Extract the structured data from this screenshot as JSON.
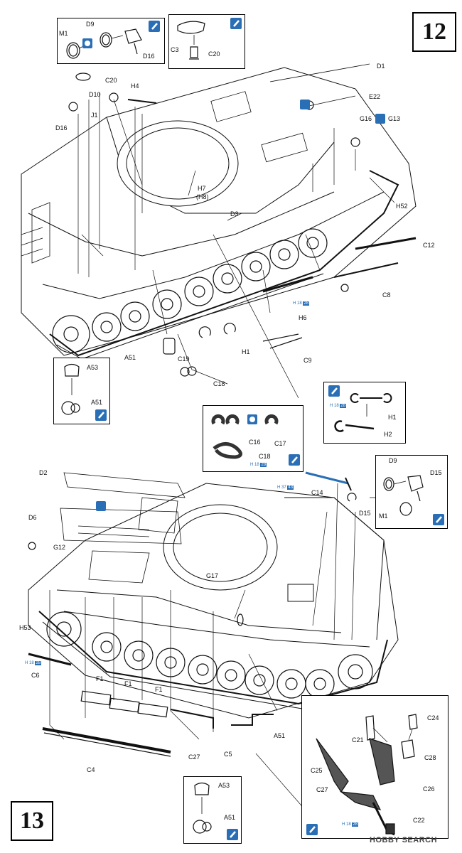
{
  "steps": {
    "top": "12",
    "bottom": "13"
  },
  "watermark": "HOBBY SEARCH",
  "colors": {
    "accent": "#2a6fb5",
    "line": "#111111",
    "panel": "#ffffff"
  },
  "step12": {
    "labels": {
      "M1": "M1",
      "D9": "D9",
      "D16a": "D16",
      "C3": "C3",
      "C20a": "C20",
      "C20b": "C20",
      "D16b": "D16",
      "D10": "D10",
      "H4": "H4",
      "J1": "J1",
      "D1": "D1",
      "E22": "E22",
      "G16": "G16",
      "G13": "G13",
      "H7": "H7",
      "H8": "(H8)",
      "D3": "D3",
      "H52": "H52",
      "C12": "C12",
      "C8": "C8",
      "H6": "H6",
      "A51": "A51",
      "C19": "C19",
      "C18": "C18",
      "H1": "H1",
      "C9": "C9"
    },
    "h_badge_h6": {
      "prefix": "H",
      "a": "18",
      "b": "28"
    },
    "inset_a53": {
      "A53": "A53",
      "A51": "A51"
    },
    "inset_h1": {
      "H1": "H1",
      "H2": "H2",
      "badge": {
        "prefix": "H",
        "a": "18",
        "b": "28"
      }
    },
    "inset_c16": {
      "C16": "C16",
      "C17": "C17",
      "C18": "C18",
      "badge": {
        "prefix": "H",
        "a": "18",
        "b": "28"
      }
    }
  },
  "step13": {
    "labels": {
      "D2": "D2",
      "D6": "D6",
      "G12": "G12",
      "H53": "H53",
      "C6": "C6",
      "F1a": "F1",
      "F1b": "F1",
      "F1c": "F1",
      "C4": "C4",
      "C27": "C27",
      "C5": "C5",
      "A51": "A51",
      "G17": "G17",
      "C14": "C14",
      "D15": "D15"
    },
    "h_badge_c14": {
      "prefix": "H",
      "a": "37",
      "b": "43"
    },
    "h_badge_c6": {
      "prefix": "H",
      "a": "18",
      "b": "28"
    },
    "inset_d9": {
      "D9": "D9",
      "D15": "D15",
      "M1": "M1"
    },
    "inset_a53": {
      "A53": "A53",
      "A51": "A51"
    },
    "inset_c21": {
      "C24": "C24",
      "C21": "C21",
      "C28": "C28",
      "C25": "C25",
      "C26": "C26",
      "C27": "C27",
      "C22": "C22",
      "badge": {
        "prefix": "H",
        "a": "18",
        "b": "28"
      }
    }
  },
  "icons": [
    "glue-icon",
    "no-glue-icon",
    "glue-icon",
    "brush-icon"
  ]
}
